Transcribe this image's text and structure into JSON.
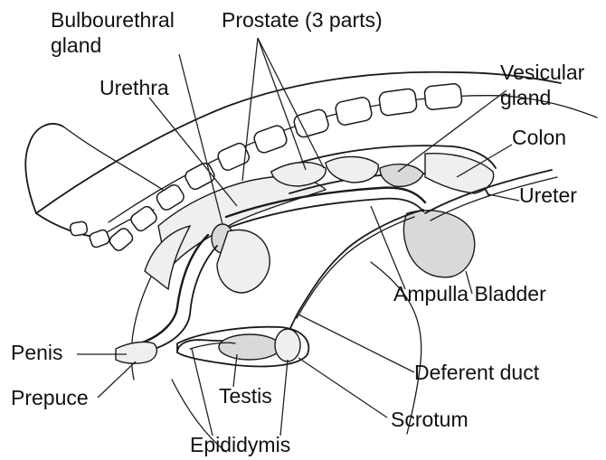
{
  "labels": {
    "bulbourethral_line1": "Bulbourethral",
    "bulbourethral_line2": "gland",
    "prostate": "Prostate (3 parts)",
    "urethra": "Urethra",
    "vesicular_line1": "Vesicular",
    "vesicular_line2": "gland",
    "colon": "Colon",
    "ureter": "Ureter",
    "ampulla_bladder": "Ampulla Bladder",
    "penis": "Penis",
    "prepuce": "Prepuce",
    "deferent_duct": "Deferent duct",
    "testis": "Testis",
    "scrotum": "Scrotum",
    "epididymis": "Epididymis"
  }
}
